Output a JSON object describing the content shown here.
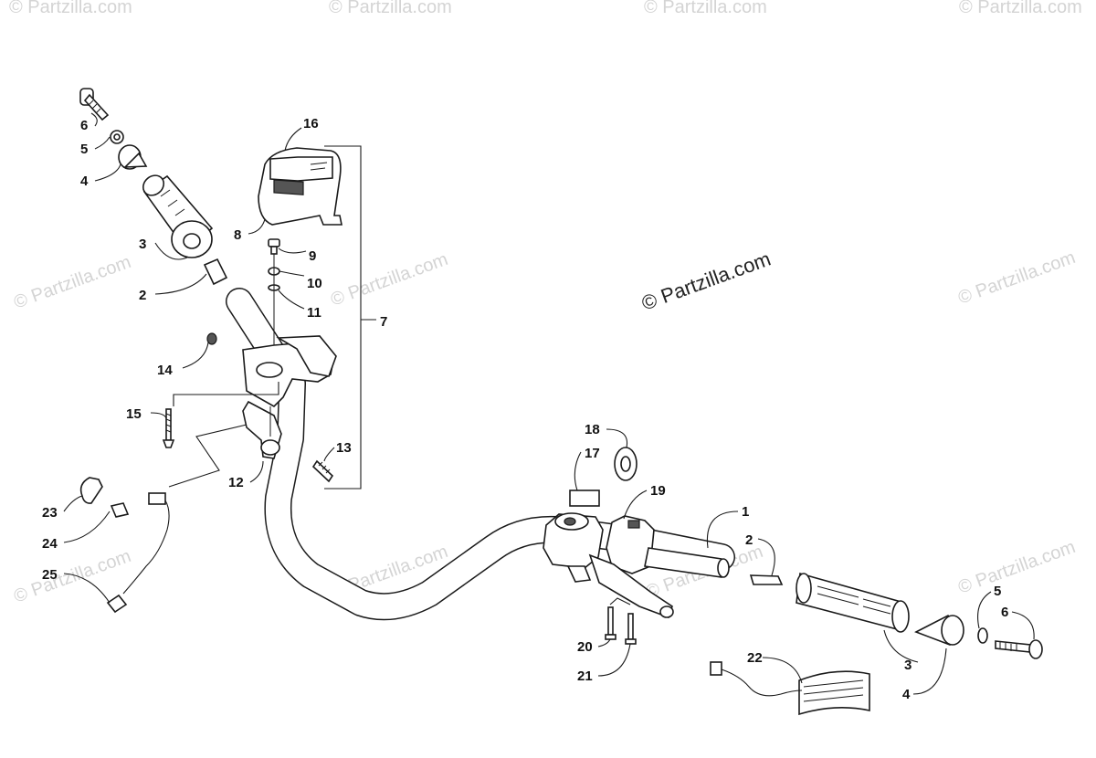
{
  "copyright": "© Partzilla.com",
  "watermark": "© Partzilla.com",
  "callouts": [
    {
      "id": "c6a",
      "text": "6"
    },
    {
      "id": "c5a",
      "text": "5"
    },
    {
      "id": "c4a",
      "text": "4"
    },
    {
      "id": "c3a",
      "text": "3"
    },
    {
      "id": "c2a",
      "text": "2"
    },
    {
      "id": "c16",
      "text": "16"
    },
    {
      "id": "c8",
      "text": "8"
    },
    {
      "id": "c9",
      "text": "9"
    },
    {
      "id": "c10",
      "text": "10"
    },
    {
      "id": "c11",
      "text": "11"
    },
    {
      "id": "c7",
      "text": "7"
    },
    {
      "id": "c14",
      "text": "14"
    },
    {
      "id": "c15",
      "text": "15"
    },
    {
      "id": "c13",
      "text": "13"
    },
    {
      "id": "c12",
      "text": "12"
    },
    {
      "id": "c23",
      "text": "23"
    },
    {
      "id": "c24",
      "text": "24"
    },
    {
      "id": "c25",
      "text": "25"
    },
    {
      "id": "c18",
      "text": "18"
    },
    {
      "id": "c17",
      "text": "17"
    },
    {
      "id": "c19",
      "text": "19"
    },
    {
      "id": "c1",
      "text": "1"
    },
    {
      "id": "c2b",
      "text": "2"
    },
    {
      "id": "c5b",
      "text": "5"
    },
    {
      "id": "c6b",
      "text": "6"
    },
    {
      "id": "c3b",
      "text": "3"
    },
    {
      "id": "c4b",
      "text": "4"
    },
    {
      "id": "c22",
      "text": "22"
    },
    {
      "id": "c20",
      "text": "20"
    },
    {
      "id": "c21",
      "text": "21"
    }
  ]
}
